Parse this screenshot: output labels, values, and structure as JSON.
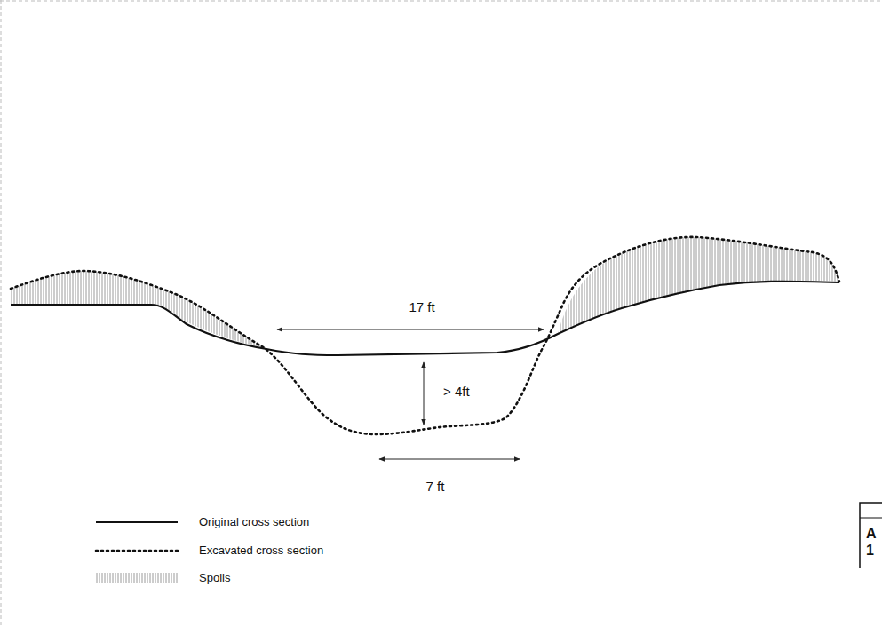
{
  "diagram": {
    "labels": [
      "17 ft",
      "> 4ft",
      "7 ft",
      "A",
      "1"
    ],
    "legend": [
      {
        "text": "Original cross section"
      },
      {
        "text": "Excavated cross section"
      },
      {
        "text": "Spoils"
      }
    ]
  }
}
